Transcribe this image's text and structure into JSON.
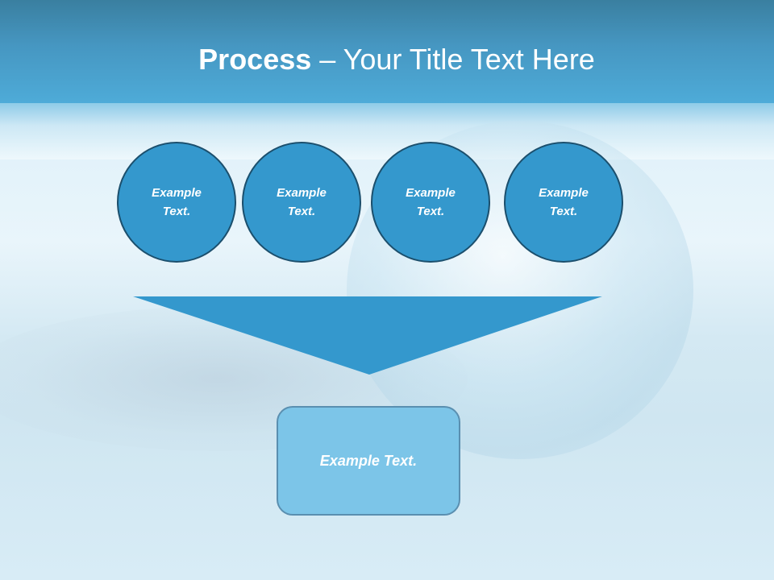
{
  "slide": {
    "title": {
      "bold_part": "Process",
      "separator": " – ",
      "regular_part": "Your Title Text Here"
    },
    "circles": [
      {
        "label": "Example Text."
      },
      {
        "label": "Example Text."
      },
      {
        "label": "Example Text."
      },
      {
        "label": "Example Text."
      }
    ],
    "funnel": {
      "color": "#3498cd"
    },
    "result_box": {
      "label": "Example Text."
    },
    "colors": {
      "header": "#4697c2",
      "circle_fill": "#3498cd",
      "circle_border": "#1b4f6d",
      "box_fill": "#7cc5e8",
      "box_border": "#5a8fb0",
      "text": "#ffffff"
    }
  }
}
